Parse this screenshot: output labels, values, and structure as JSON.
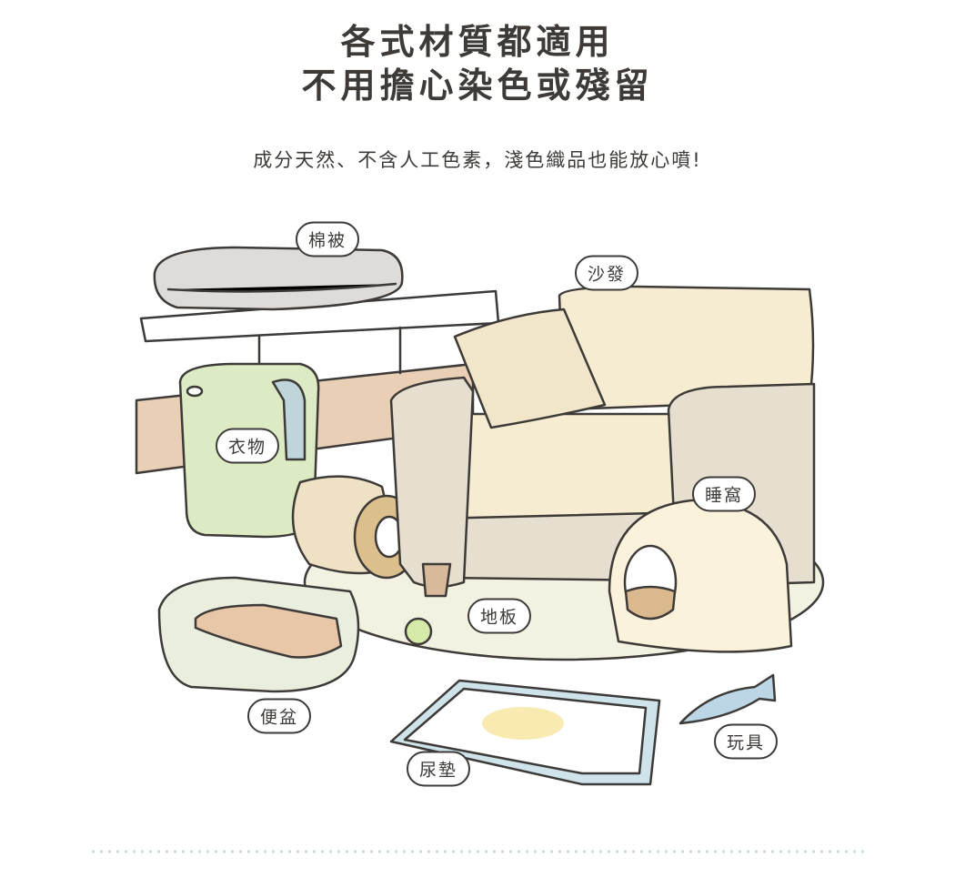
{
  "heading": {
    "line1": "各式材質都適用",
    "line2": "不用擔心染色或殘留"
  },
  "subtitle": "成分天然、不含人工色素，淺色織品也能放心噴!",
  "labels": {
    "quilt": "棉被",
    "sofa": "沙發",
    "clothes": "衣物",
    "cat_bed": "睡窩",
    "floor": "地板",
    "litter_box": "便盆",
    "pee_pad": "尿墊",
    "toy": "玩具"
  },
  "colors": {
    "text": "#3d3a38",
    "sofa": "#f6ecd2",
    "basket": "#dcebc4",
    "rug": "#f3f1e2",
    "pad": "#cfe3ea",
    "dots": "#bfdcd6"
  }
}
